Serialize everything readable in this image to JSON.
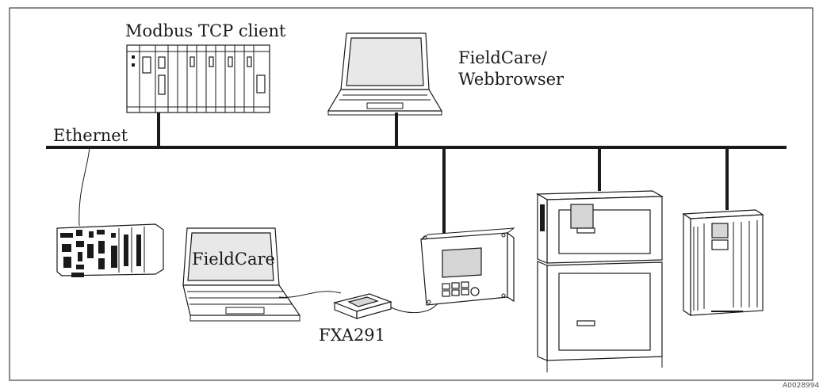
{
  "labels": {
    "modbus_client": "Modbus TCP client",
    "fieldcare_webbrowser_line1": "FieldCare/",
    "fieldcare_webbrowser_line2": "Webbrowser",
    "ethernet": "Ethernet",
    "fieldcare": "FieldCare",
    "fxa291": "FXA291",
    "figure_id": "A0028994"
  },
  "colors": {
    "line": "#1a1a1a",
    "background": "#ffffff"
  }
}
